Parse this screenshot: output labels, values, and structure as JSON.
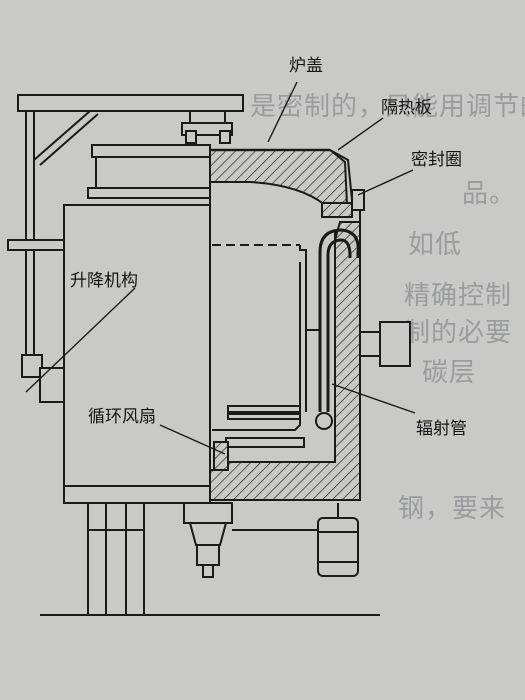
{
  "diagram": {
    "labels": {
      "furnace_lid": "炉盖",
      "heat_shield": "隔热板",
      "seal_ring": "密封圈",
      "lifting_mechanism": "升降机构",
      "circulation_fan": "循环风扇",
      "radiant_tube": "辐射管"
    }
  },
  "background_text": [
    "是密制的，只能用调节的",
    "品。",
    "如低",
    "精确控制",
    "制的必要",
    "碳层",
    "钢，要来"
  ],
  "colors": {
    "paper": "#c9c9c7",
    "ink": "#1a1a1a",
    "bleed_text": "#9a9c9e"
  }
}
